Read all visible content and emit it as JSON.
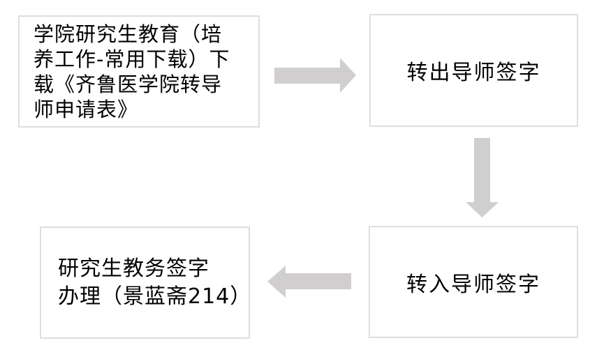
{
  "colors": {
    "background": "#ffffff",
    "node_fill": "#ffffff",
    "node_border": "#dedede",
    "arrow_fill": "#d0cece",
    "text": "#000000"
  },
  "flowchart": {
    "nodes": [
      {
        "id": "step-download-form",
        "text": "学院研究生教育（培\n养工作-常用下载）下\n载《齐鲁医学院转导\n师申请表》"
      },
      {
        "id": "step-transfer-out-supervisor-signature",
        "text": "转出导师签字"
      },
      {
        "id": "step-transfer-in-supervisor-signature",
        "text": "转入导师签字"
      },
      {
        "id": "step-graduate-affairs-signature",
        "text": "研究生教务签字\n办理（景蓝斋214）"
      }
    ],
    "arrows": [
      {
        "direction": "right",
        "from": "step-download-form",
        "to": "step-transfer-out-supervisor-signature"
      },
      {
        "direction": "down",
        "from": "step-transfer-out-supervisor-signature",
        "to": "step-transfer-in-supervisor-signature"
      },
      {
        "direction": "left",
        "from": "step-transfer-in-supervisor-signature",
        "to": "step-graduate-affairs-signature"
      }
    ]
  }
}
